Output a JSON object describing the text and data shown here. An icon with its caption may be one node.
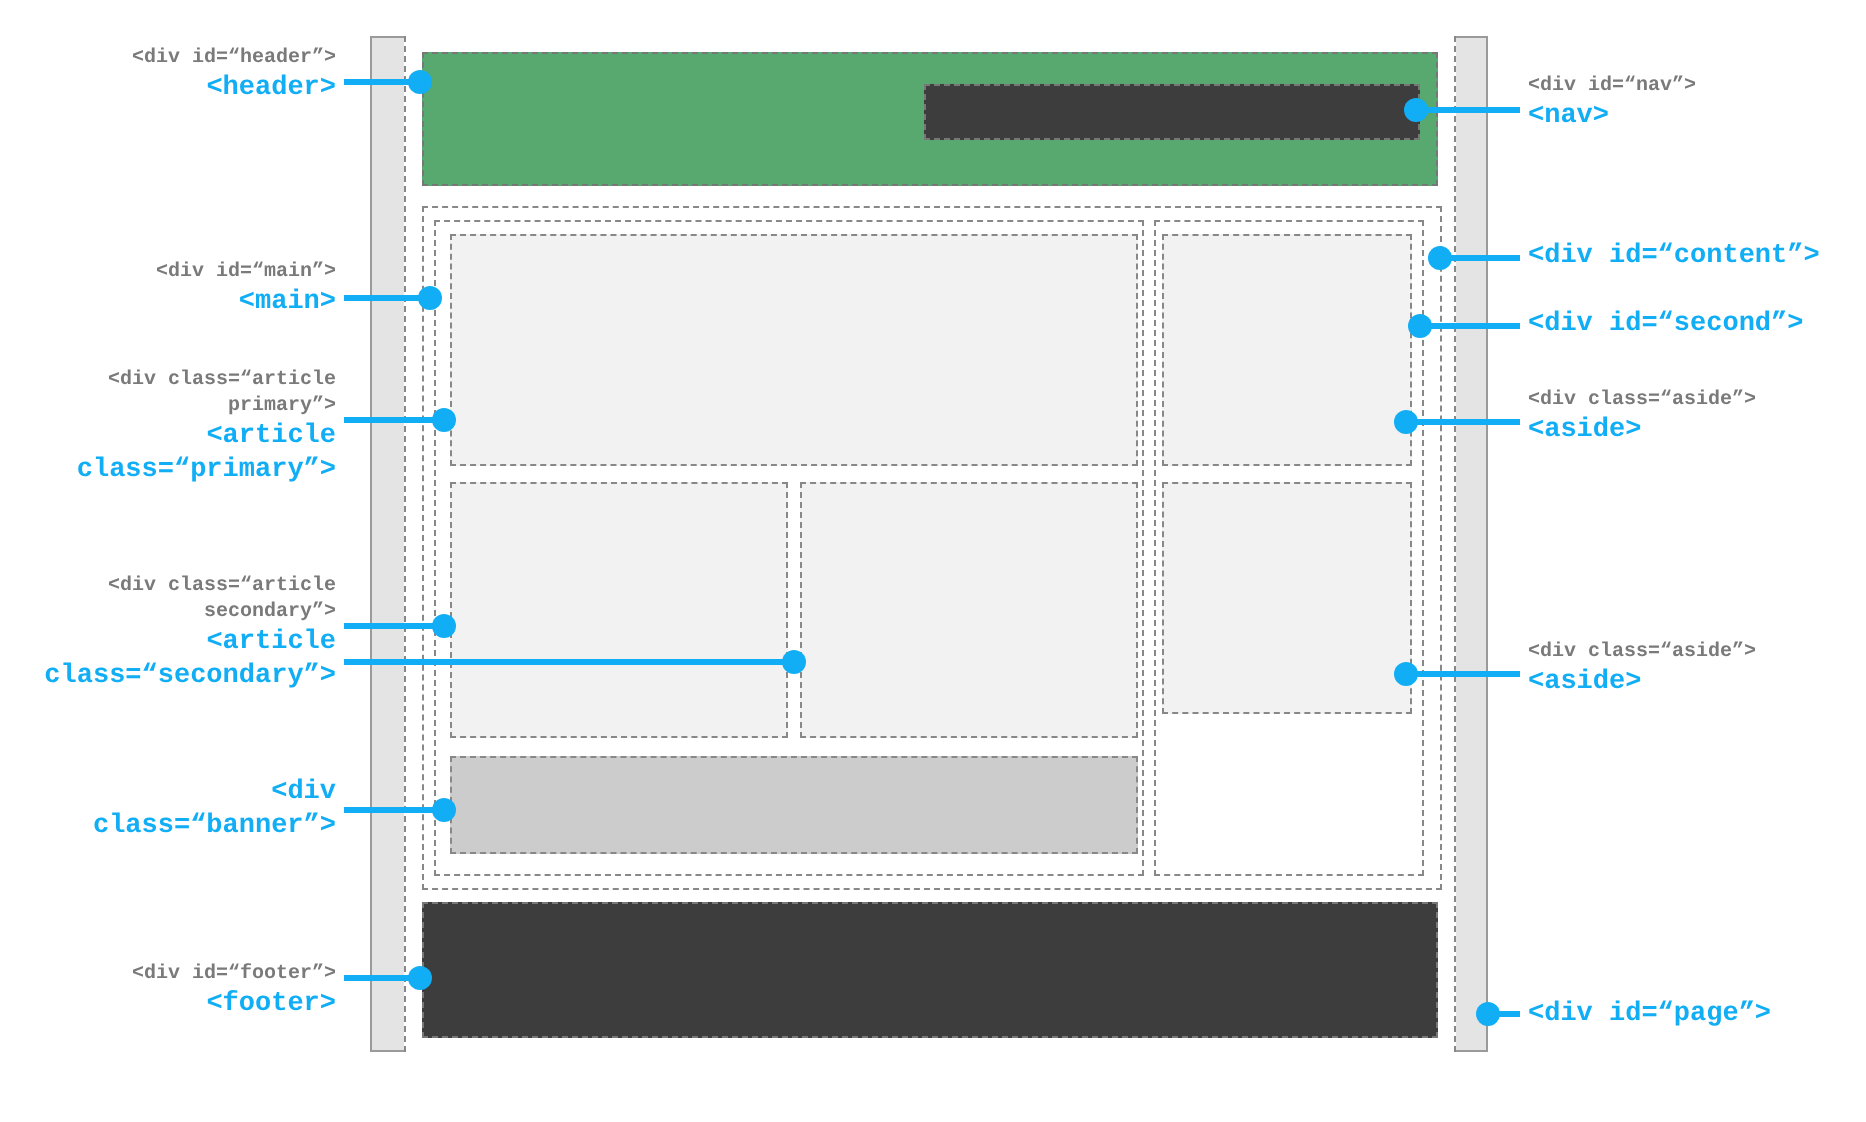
{
  "diagram": {
    "nodes": [
      {
        "text": [],
        "shape": "box"
      },
      {
        "text": [],
        "shape": "box",
        "in": 0
      },
      {
        "text": [],
        "shape": "box",
        "in": 1
      },
      {
        "text": [],
        "shape": "box",
        "in": 0
      },
      {
        "text": [],
        "shape": "box",
        "in": 3
      },
      {
        "text": [],
        "shape": "box",
        "in": 4
      },
      {
        "text": [],
        "shape": "box",
        "in": 4
      },
      {
        "text": [],
        "shape": "box",
        "in": 4
      },
      {
        "text": [],
        "shape": "box",
        "in": 4
      },
      {
        "text": [],
        "shape": "box",
        "in": 3
      },
      {
        "text": [],
        "shape": "box",
        "in": 9
      },
      {
        "text": [],
        "shape": "box",
        "in": 9
      },
      {
        "text": [],
        "shape": "box",
        "in": 0
      },
      {
        "text": [
          "<div id=“header”>",
          "<header>"
        ]
      },
      {
        "text": [
          "<div id=“nav”>",
          "<nav>"
        ]
      },
      {
        "text": [
          "<div id=“content”>"
        ]
      },
      {
        "text": [
          "<div id=“second”>"
        ]
      },
      {
        "text": [
          "<div id=“main”>",
          "<main>"
        ]
      },
      {
        "text": [
          "<div class=“article primary”>",
          "<article class=“primary”>"
        ]
      },
      {
        "text": [
          "<div class=“aside”>",
          "<aside>"
        ]
      },
      {
        "text": [
          "<div class=“article secondary”>",
          "<article class=“secondary”>"
        ]
      },
      {
        "text": [
          "<div class=“aside”>",
          "<aside>"
        ]
      },
      {
        "text": [
          "<div class=“banner”>"
        ]
      },
      {
        "text": [
          "<div id=“footer”>",
          "<footer>"
        ]
      },
      {
        "text": [
          "<div id=“page”>"
        ]
      }
    ],
    "edges": [
      {
        "from": 13,
        "to": 1,
        "arrow": "other"
      },
      {
        "from": 14,
        "to": 2,
        "arrow": "other"
      },
      {
        "from": 15,
        "to": 3,
        "arrow": "other"
      },
      {
        "from": 16,
        "to": 9,
        "arrow": "other"
      },
      {
        "from": 17,
        "to": 4,
        "arrow": "other"
      },
      {
        "from": 18,
        "to": 5,
        "arrow": "other"
      },
      {
        "from": 19,
        "to": 10,
        "arrow": "other"
      },
      {
        "from": 20,
        "to": 6,
        "arrow": "other"
      },
      {
        "from": 20,
        "to": 7,
        "arrow": "other"
      },
      {
        "from": 21,
        "to": 11,
        "arrow": "other"
      },
      {
        "from": 22,
        "to": 8,
        "arrow": "other"
      },
      {
        "from": 23,
        "to": 12,
        "arrow": "other"
      },
      {
        "from": 24,
        "to": 0,
        "arrow": "other"
      }
    ]
  }
}
